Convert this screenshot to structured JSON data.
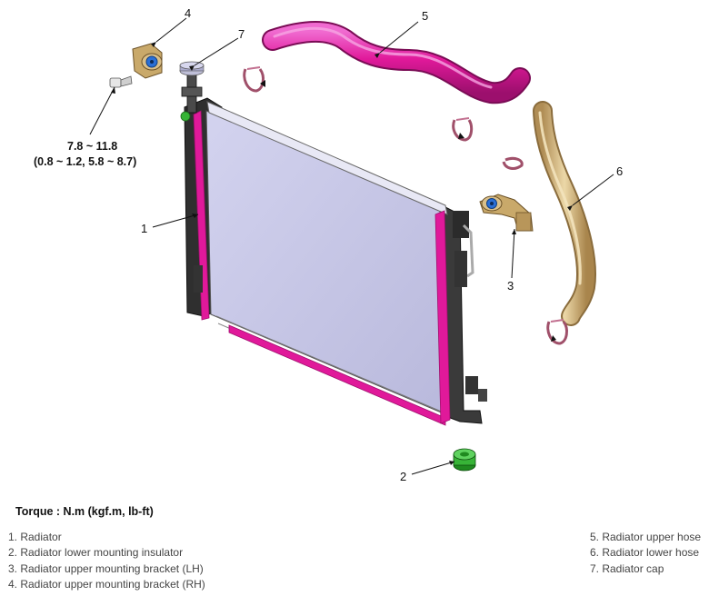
{
  "torque_spec": {
    "line1": "7.8 ~ 11.8",
    "line2": "(0.8 ~ 1.2, 5.8 ~ 8.7)"
  },
  "callouts": [
    "1",
    "2",
    "3",
    "4",
    "5",
    "6",
    "7"
  ],
  "torque_heading": "Torque : N.m (kgf.m, lb-ft)",
  "legend_left": [
    "1. Radiator",
    "2. Radiator lower mounting insulator",
    "3. Radiator upper mounting bracket (LH)",
    "4. Radiator upper mounting bracket (RH)"
  ],
  "legend_right": [
    "5. Radiator upper hose",
    "6. Radiator lower hose",
    "7. Radiator cap"
  ],
  "colors": {
    "highlight": "#e0199a",
    "core": "#c3c3e4",
    "tan": "#d9bf8a",
    "frame": "#2a2a2a",
    "insulator": "#37b437",
    "bolt": "#2a6fd6"
  }
}
